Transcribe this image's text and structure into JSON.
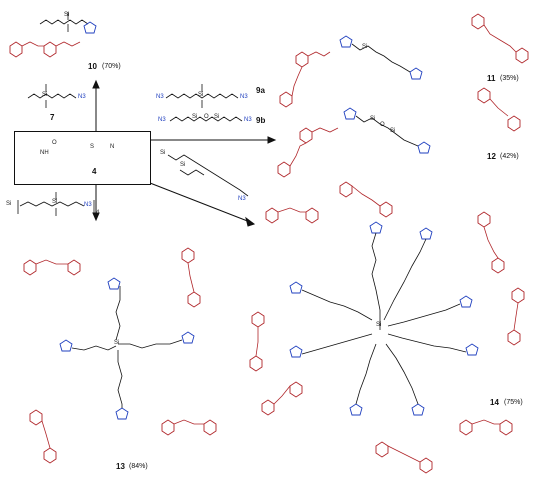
{
  "labels": {
    "c10": "10",
    "c10_yield": "(70%)",
    "c7": "7",
    "c4": "4",
    "c9a": "9a",
    "c9b": "9b",
    "c11": "11",
    "c11_yield": "(35%)",
    "c12": "12",
    "c12_yield": "(42%)",
    "c13": "13",
    "c13_yield": "(84%)",
    "c14": "14",
    "c14_yield": "(75%)"
  },
  "fragments": {
    "si": "Si",
    "n3": "N3",
    "o": "O",
    "nh": "NH",
    "n": "N",
    "s": "S",
    "four": "4"
  },
  "colors": {
    "fragment_red": "#b0262a",
    "azide_blue": "#1f3fbf",
    "bond_black": "#111111"
  }
}
